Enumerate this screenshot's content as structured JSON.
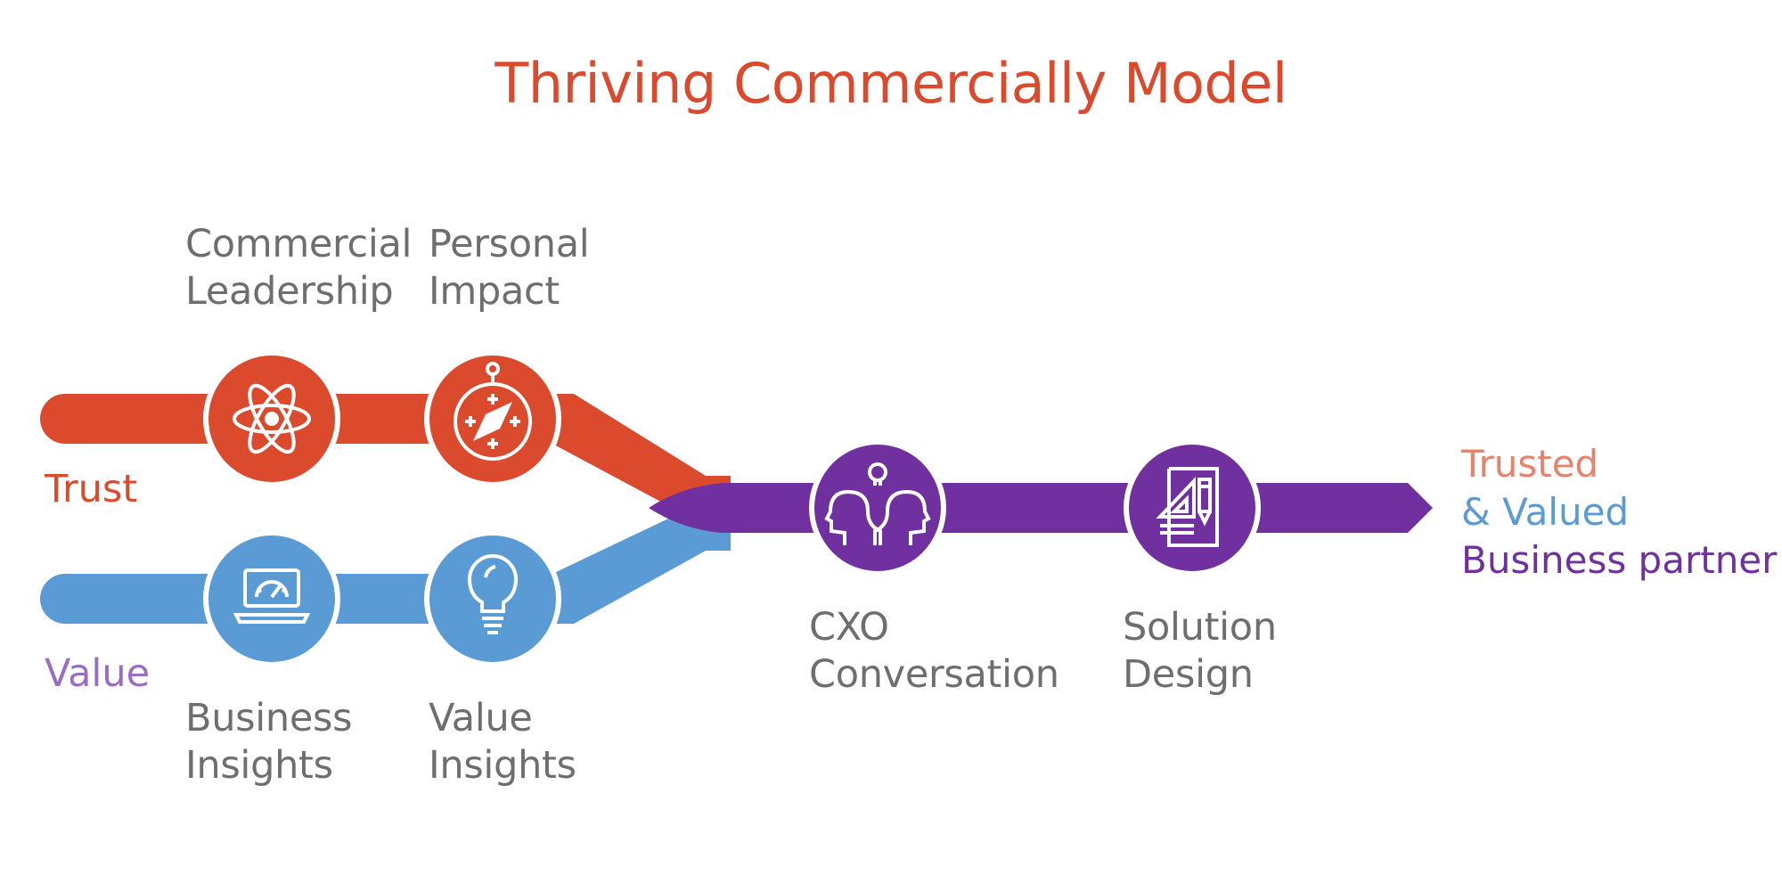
{
  "title": "Thriving Commercially Model",
  "colors": {
    "trust": "#dc4a2e",
    "value": "#5b9bd5",
    "partner": "#7030a0",
    "text": "#6e6e6e",
    "value_label": "#9b6cc4",
    "outcome_trusted": "#e8826b"
  },
  "tracks": {
    "trust": {
      "label": "Trust"
    },
    "value": {
      "label": "Value"
    }
  },
  "nodes": {
    "commercial_leadership": {
      "label_line1": "Commercial",
      "label_line2": "Leadership",
      "icon": "atom-icon"
    },
    "personal_impact": {
      "label_line1": "Personal",
      "label_line2": "Impact",
      "icon": "compass-icon"
    },
    "business_insights": {
      "label_line1": "Business",
      "label_line2": "Insights",
      "icon": "laptop-dashboard-icon"
    },
    "value_insights": {
      "label_line1": "Value",
      "label_line2": "Insights",
      "icon": "lightbulb-icon"
    },
    "cxo_conversation": {
      "label_line1": "CXO",
      "label_line2": "Conversation",
      "icon": "heads-idea-icon"
    },
    "solution_design": {
      "label_line1": "Solution",
      "label_line2": "Design",
      "icon": "design-tools-icon"
    }
  },
  "outcome": {
    "line1": "Trusted",
    "line2": "& Valued",
    "line3": "Business partner"
  }
}
